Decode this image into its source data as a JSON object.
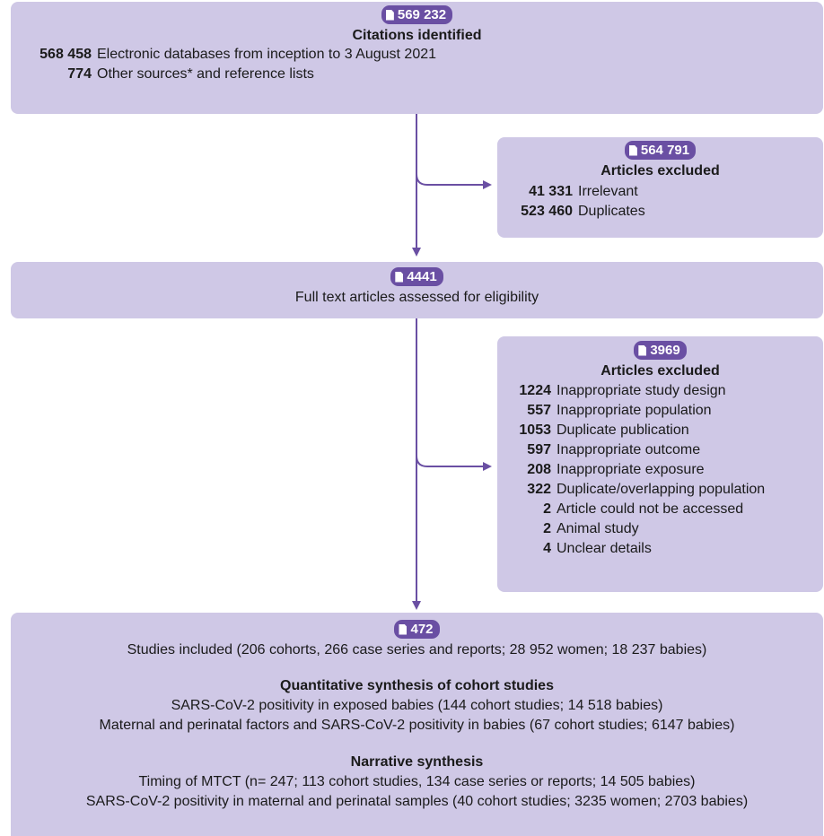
{
  "box1": {
    "count": "569 232",
    "heading": "Citations identified",
    "rows": [
      {
        "num": "568 458",
        "text": "Electronic databases from inception to 3 August 2021"
      },
      {
        "num": "774",
        "text": "Other sources* and reference lists"
      }
    ]
  },
  "box2": {
    "count": "564 791",
    "heading": "Articles excluded",
    "rows": [
      {
        "num": "41 331",
        "text": "Irrelevant"
      },
      {
        "num": "523 460",
        "text": "Duplicates"
      }
    ]
  },
  "box3": {
    "count": "4441",
    "text": "Full text articles assessed for eligibility"
  },
  "box4": {
    "count": "3969",
    "heading": "Articles excluded",
    "rows": [
      {
        "num": "1224",
        "text": "Inappropriate study design"
      },
      {
        "num": "557",
        "text": "Inappropriate population"
      },
      {
        "num": "1053",
        "text": "Duplicate publication"
      },
      {
        "num": "597",
        "text": "Inappropriate outcome"
      },
      {
        "num": "208",
        "text": "Inappropriate exposure"
      },
      {
        "num": "322",
        "text": "Duplicate/overlapping population"
      },
      {
        "num": "2",
        "text": "Article could not be accessed"
      },
      {
        "num": "2",
        "text": "Animal study"
      },
      {
        "num": "4",
        "text": "Unclear details"
      }
    ]
  },
  "box5": {
    "count": "472",
    "text": "Studies included (206 cohorts, 266 case series and reports; 28 952 women; 18 237 babies)",
    "quant_heading": "Quantitative synthesis of cohort studies",
    "quant_lines": [
      "SARS-CoV-2 positivity in exposed babies (144 cohort studies; 14 518 babies)",
      "Maternal and perinatal factors and SARS-CoV-2 positivity in babies (67 cohort studies; 6147 babies)"
    ],
    "narr_heading": "Narrative synthesis",
    "narr_lines": [
      "Timing of MTCT (n= 247; 113 cohort studies, 134 case series or reports; 14 505 babies)",
      "SARS-CoV-2 positivity in maternal and perinatal samples (40 cohort studies; 3235 women; 2703 babies)"
    ]
  },
  "colors": {
    "box_fill": "#cfc8e6",
    "badge_fill": "#6a4fa3",
    "arrow": "#6a4fa3"
  },
  "icons": {
    "badge_icon": "document-icon"
  }
}
